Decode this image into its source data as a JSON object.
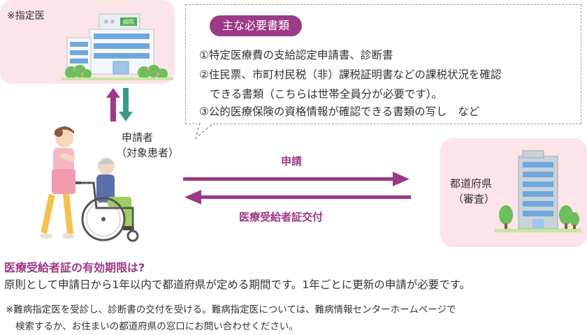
{
  "doctor": {
    "label": "※指定医",
    "sign": "病院"
  },
  "documents": {
    "title": "主な必要書類",
    "lines": [
      "①特定医療費の支給認定申請書、診断書",
      "②住民票、市町村民税（非）課税証明書などの課税状況を確認",
      "できる書類（こちらは世帯全員分が必要です）。",
      "③公的医療保険の資格情報が確認できる書類の写し　など"
    ]
  },
  "applicant": {
    "line1": "申請者",
    "line2": "（対象患者）"
  },
  "prefecture": {
    "line1": "都道府県",
    "line2": "（審査）"
  },
  "flow": {
    "apply": "申請",
    "issue": "医療受給者証交付"
  },
  "validity": {
    "title": "医療受給者証の有効期限は?",
    "body": "原則として申請日から1年以内で都道府県が定める期間です。1年ごとに更新の申請が必要です。"
  },
  "note": {
    "line1": "※難病指定医を受診し、診断書の交付を受ける。難病指定医については、難病情報センターホームページで",
    "line2": "検索するか、お住まいの都道府県の窓口にお問い合わせください。"
  },
  "colors": {
    "accent": "#9b3a86",
    "pink_box": "#fce4e8",
    "teal_arrow": "#3a9a8a"
  }
}
